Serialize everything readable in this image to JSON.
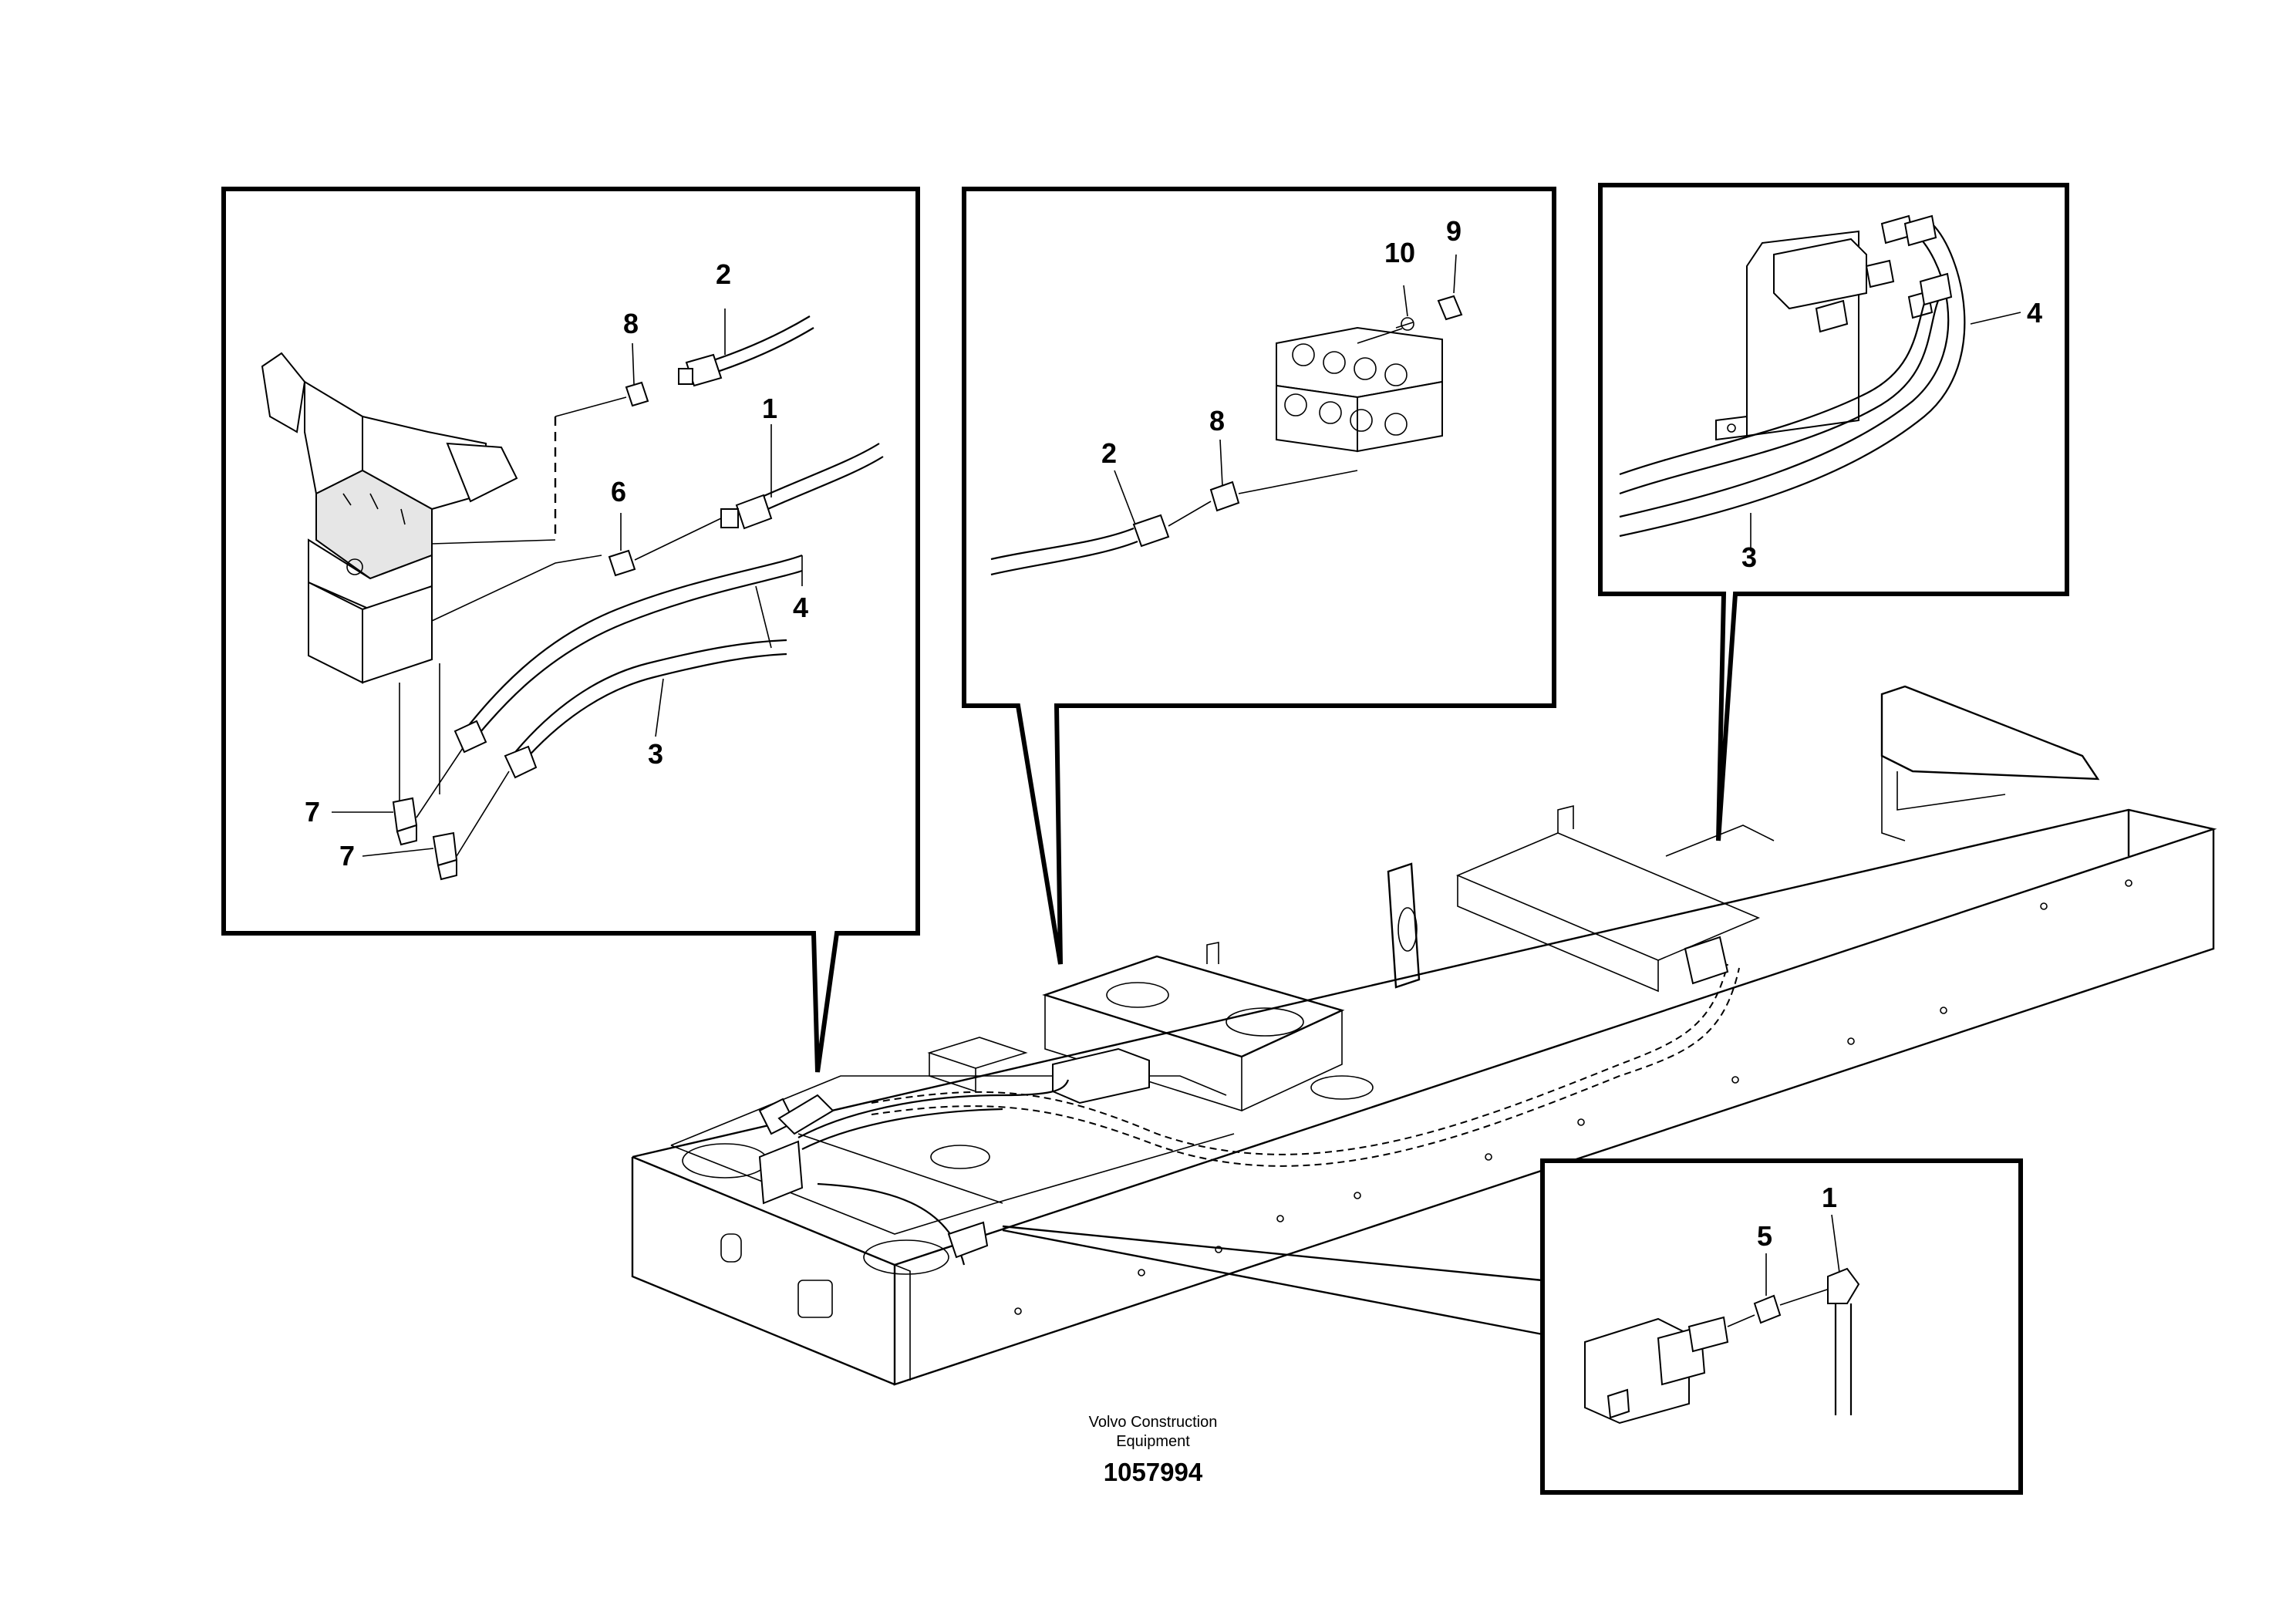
{
  "callouts": {
    "panel_a": {
      "n1": "1",
      "n2": "2",
      "n3": "3",
      "n4": "4",
      "n6": "6",
      "n7a": "7",
      "n7b": "7",
      "n8": "8"
    },
    "panel_b": {
      "n2": "2",
      "n8": "8",
      "n9": "9",
      "n10": "10"
    },
    "panel_c": {
      "n3": "3",
      "n4": "4"
    },
    "panel_d": {
      "n1": "1",
      "n5": "5"
    }
  },
  "footer": {
    "credit_line1": "Volvo Construction",
    "credit_line2": "Equipment",
    "drawing_number": "1057994"
  }
}
